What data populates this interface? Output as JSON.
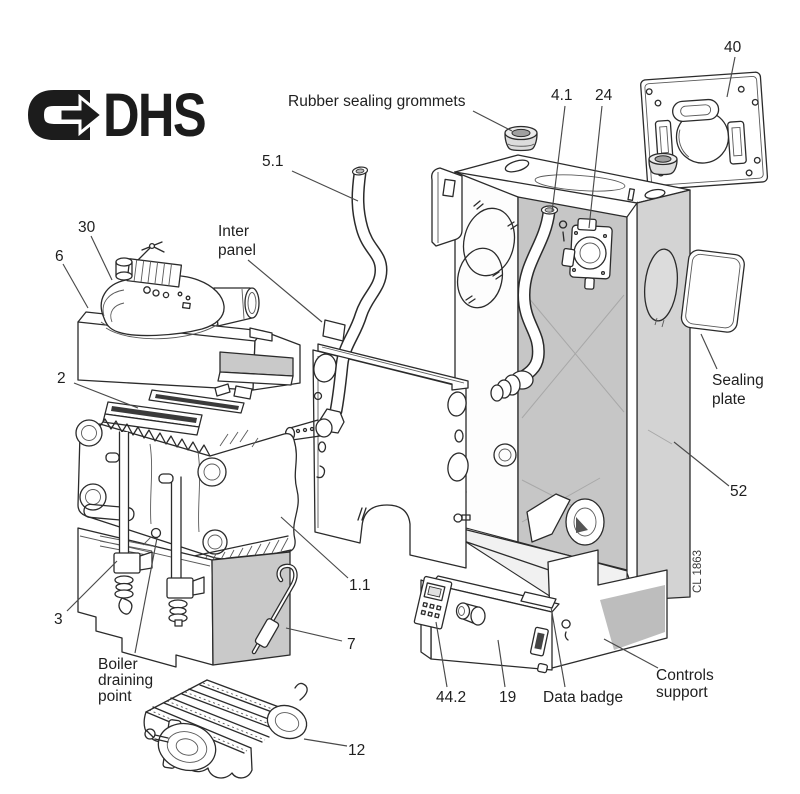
{
  "title": "DHS boiler exploded parts diagram",
  "colors": {
    "background": "#ffffff",
    "line": "#2b2b2b",
    "interior_gray": "#c6c6c6",
    "side_gray": "#d3d3d3",
    "shadow_gray": "#bdbdbd",
    "label_text": "#1f1f1f",
    "logo": "#1c1c1c"
  },
  "logo": {
    "text": "DHS"
  },
  "labels": {
    "rubber_sealing_grommets": "Rubber sealing grommets",
    "part_5_1": "5.1",
    "part_4_1": "4.1",
    "part_24": "24",
    "part_40": "40",
    "part_30": "30",
    "part_6": "6",
    "inter_panel_line1": "Inter",
    "inter_panel_line2": "panel",
    "part_2": "2",
    "sealing_plate_line1": "Sealing",
    "sealing_plate_line2": "plate",
    "part_52": "52",
    "part_1_1": "1.1",
    "part_3": "3",
    "boiler_draining_line1": "Boiler",
    "boiler_draining_line2": "draining",
    "boiler_draining_line3": "point",
    "part_7": "7",
    "part_44_2": "44.2",
    "part_19": "19",
    "data_badge": "Data badge",
    "controls_support_line1": "Controls",
    "controls_support_line2": "support",
    "part_12": "12",
    "drawing_ref": "CL 1863"
  }
}
